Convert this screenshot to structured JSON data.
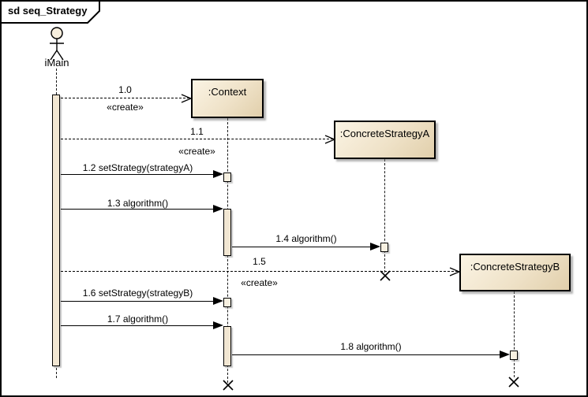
{
  "frame": {
    "title": "sd seq_Strategy"
  },
  "participants": [
    {
      "id": "iMain",
      "name": "iMain",
      "kind": "actor"
    },
    {
      "id": "context",
      "name": ":Context",
      "kind": "object"
    },
    {
      "id": "strategyA",
      "name": ":ConcreteStrategyA",
      "kind": "object"
    },
    {
      "id": "strategyB",
      "name": ":ConcreteStrategyB",
      "kind": "object"
    }
  ],
  "messages": [
    {
      "label": "1.0",
      "stereotype": "«create»",
      "from": "iMain",
      "to": "context",
      "kind": "create"
    },
    {
      "label": "1.1",
      "stereotype": "«create»",
      "from": "iMain",
      "to": "strategyA",
      "kind": "create"
    },
    {
      "label": "1.2 setStrategy(strategyA)",
      "from": "iMain",
      "to": "context",
      "kind": "call"
    },
    {
      "label": "1.3 algorithm()",
      "from": "iMain",
      "to": "context",
      "kind": "call"
    },
    {
      "label": "1.4 algorithm()",
      "from": "context",
      "to": "strategyA",
      "kind": "call"
    },
    {
      "label": "1.5",
      "stereotype": "«create»",
      "from": "iMain",
      "to": "strategyB",
      "kind": "create"
    },
    {
      "label": "1.6 setStrategy(strategyB)",
      "from": "iMain",
      "to": "context",
      "kind": "call"
    },
    {
      "label": "1.7 algorithm()",
      "from": "iMain",
      "to": "context",
      "kind": "call"
    },
    {
      "label": "1.8 algorithm()",
      "from": "context",
      "to": "strategyB",
      "kind": "call"
    }
  ],
  "destroyed": [
    "strategyA",
    "context",
    "strategyB"
  ],
  "colors": {
    "object_fill_top": "#fbf4e4",
    "object_fill_bottom": "#e1cfab",
    "activation_fill": "#f2e7d3",
    "line": "#000000",
    "shadow": "#a8a8a8",
    "background": "#ffffff"
  }
}
